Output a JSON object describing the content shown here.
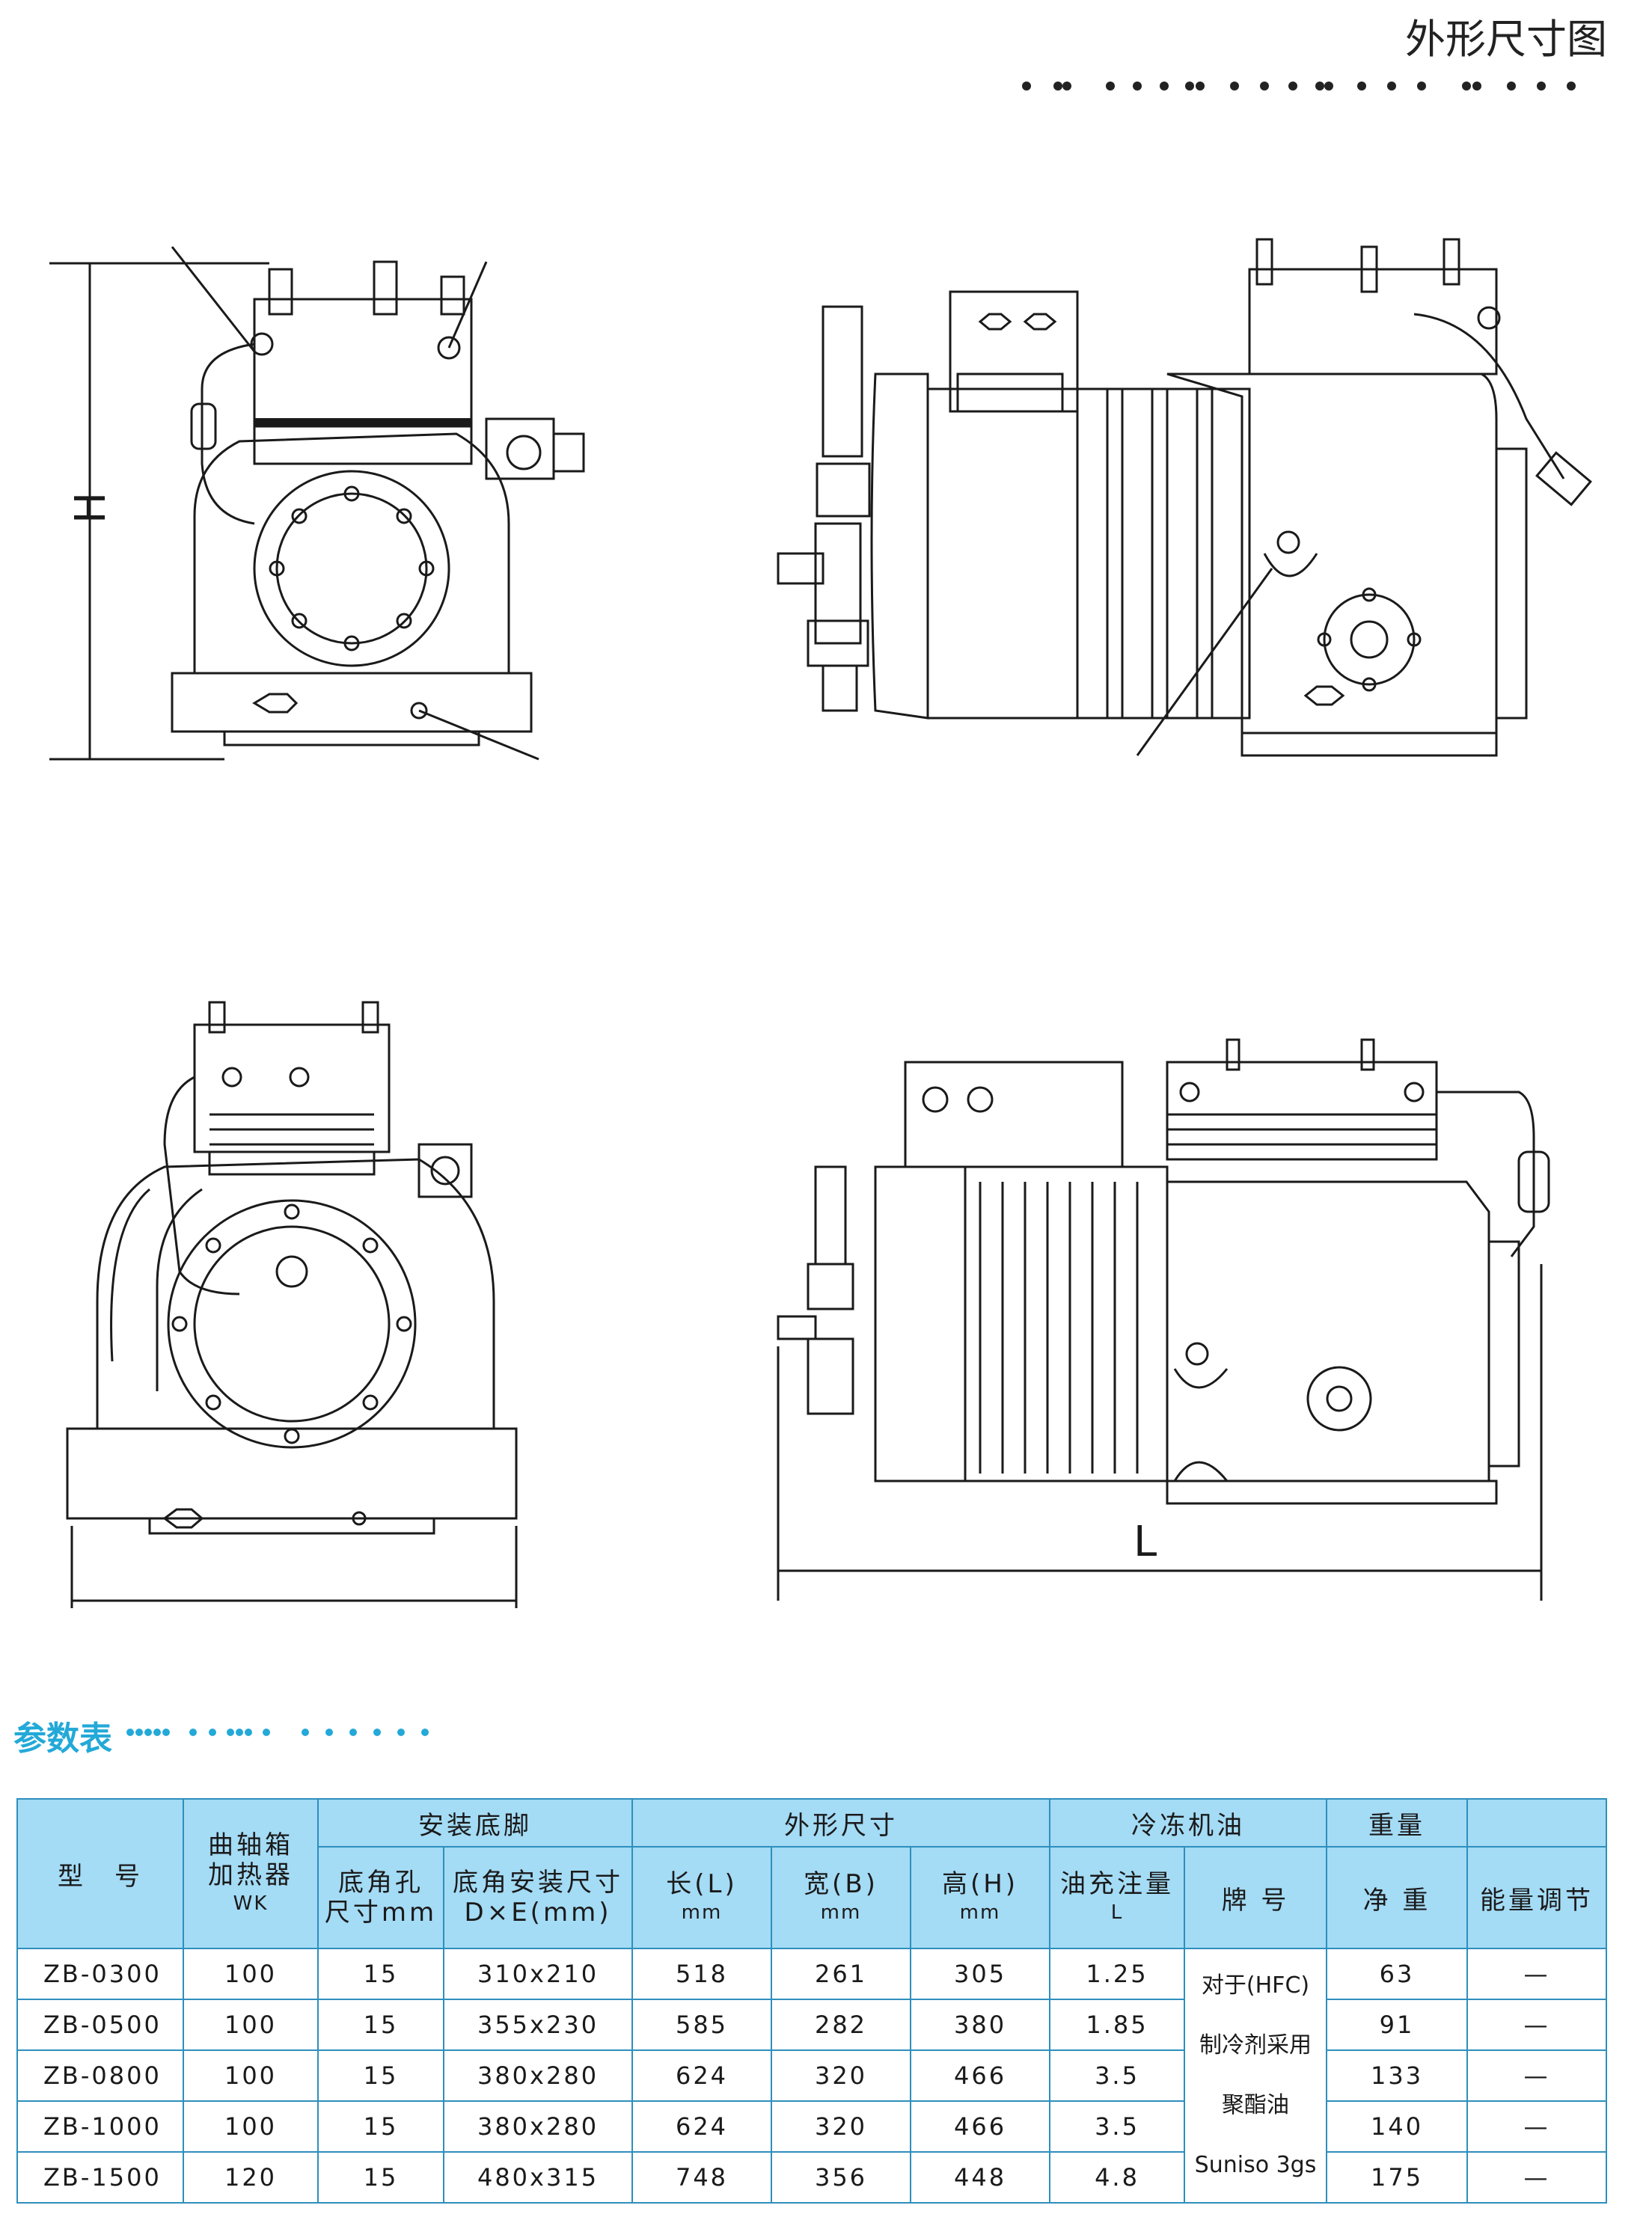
{
  "header": {
    "title": "外形尺寸图"
  },
  "drawings": {
    "height_label": "H",
    "length_label": "L"
  },
  "params_section": {
    "title": "参数表"
  },
  "table": {
    "group_headers": {
      "install_feet": "安装底脚",
      "dimensions": "外形尺寸",
      "refrigeration_oil": "冷冻机油",
      "weight": "重量"
    },
    "columns": {
      "model": "型　号",
      "heater_line1": "曲轴箱",
      "heater_line2": "加热器",
      "heater_unit": "WK",
      "hole_line1": "底角孔",
      "hole_line2": "尺寸mm",
      "mount_line1": "底角安装尺寸",
      "mount_line2": "D×E(mm)",
      "length": "长(L)",
      "length_unit": "mm",
      "width": "宽(B)",
      "width_unit": "mm",
      "height": "高(H)",
      "height_unit": "mm",
      "oil_charge": "油充注量",
      "oil_charge_unit": "L",
      "brand": "牌 号",
      "net_weight": "净 重",
      "capacity": "能量调节"
    },
    "oil_brand": [
      "对于(HFC)",
      "制冷剂采用",
      "聚酯油",
      "Suniso 3gs"
    ],
    "rows": [
      {
        "model": "ZB-0300",
        "heater": "100",
        "hole": "15",
        "mount": "310x210",
        "length": "518",
        "width": "261",
        "height": "305",
        "oil": "1.25",
        "weight": "63",
        "capacity": "—"
      },
      {
        "model": "ZB-0500",
        "heater": "100",
        "hole": "15",
        "mount": "355x230",
        "length": "585",
        "width": "282",
        "height": "380",
        "oil": "1.85",
        "weight": "91",
        "capacity": "—"
      },
      {
        "model": "ZB-0800",
        "heater": "100",
        "hole": "15",
        "mount": "380x280",
        "length": "624",
        "width": "320",
        "height": "466",
        "oil": "3.5",
        "weight": "133",
        "capacity": "—"
      },
      {
        "model": "ZB-1000",
        "heater": "100",
        "hole": "15",
        "mount": "380x280",
        "length": "624",
        "width": "320",
        "height": "466",
        "oil": "3.5",
        "weight": "140",
        "capacity": "—"
      },
      {
        "model": "ZB-1500",
        "heater": "120",
        "hole": "15",
        "mount": "480x315",
        "length": "748",
        "width": "356",
        "height": "448",
        "oil": "4.8",
        "weight": "175",
        "capacity": "—"
      }
    ]
  },
  "colors": {
    "accent": "#23a9d8",
    "header_fill": "#a4dbf5",
    "table_border": "#2e8fbd",
    "line": "#1a1a1a"
  }
}
